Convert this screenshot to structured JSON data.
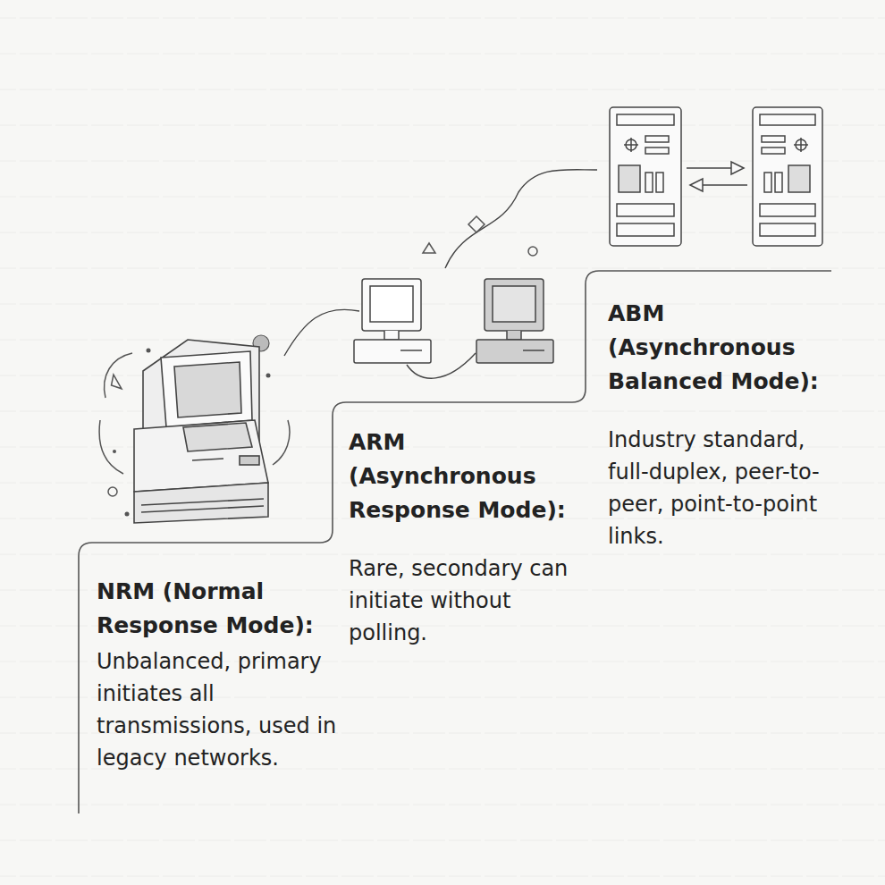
{
  "diagram": {
    "labels": [
      "NRM (Normal Response Mode):",
      "Unbalanced, primary initiates all transmissions, used in legacy networks.",
      "ARM (Asynchronous Response Mode):",
      "Rare, secondary can initiate without polling.",
      "ABM (Asynchronous Balanced Mode):",
      "Industry standard, full-duplex, peer-to-peer, point-to-point links."
    ]
  }
}
